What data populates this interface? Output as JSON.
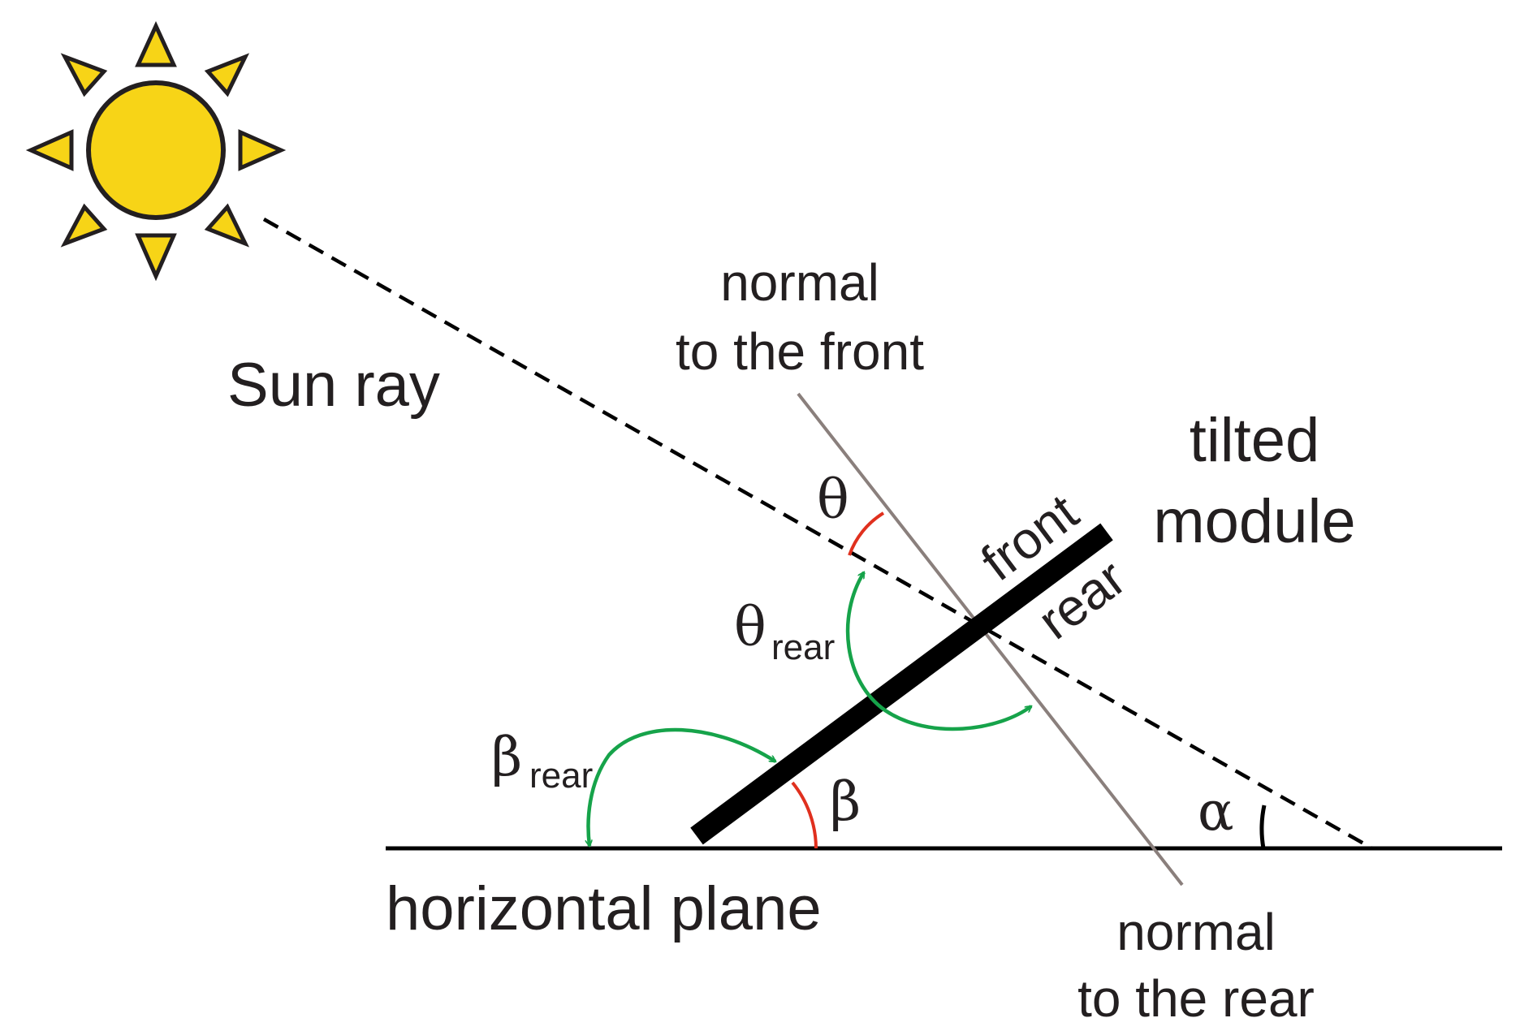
{
  "labels": {
    "sun_ray": "Sun ray",
    "normal_front_line1": "normal",
    "normal_front_line2": "to the front",
    "tilted_line1": "tilted",
    "tilted_line2": "module",
    "front": "front",
    "rear": "rear",
    "normal_rear_line1": "normal",
    "normal_rear_line2": "to the rear",
    "horizontal_plane": "horizontal plane"
  },
  "angles": {
    "theta": "θ",
    "theta_rear_symbol": "θ",
    "theta_rear_sub": "rear",
    "beta": "β",
    "beta_rear_symbol": "β",
    "beta_rear_sub": "rear",
    "alpha": "α"
  },
  "icons": {
    "sun": "sun-icon"
  },
  "colors": {
    "sun_fill": "#f7d417",
    "outline": "#231f20",
    "normal_line": "#8a7f7c",
    "angle_red": "#e0301e",
    "arrow_green": "#16a34a",
    "module": "#000000"
  }
}
